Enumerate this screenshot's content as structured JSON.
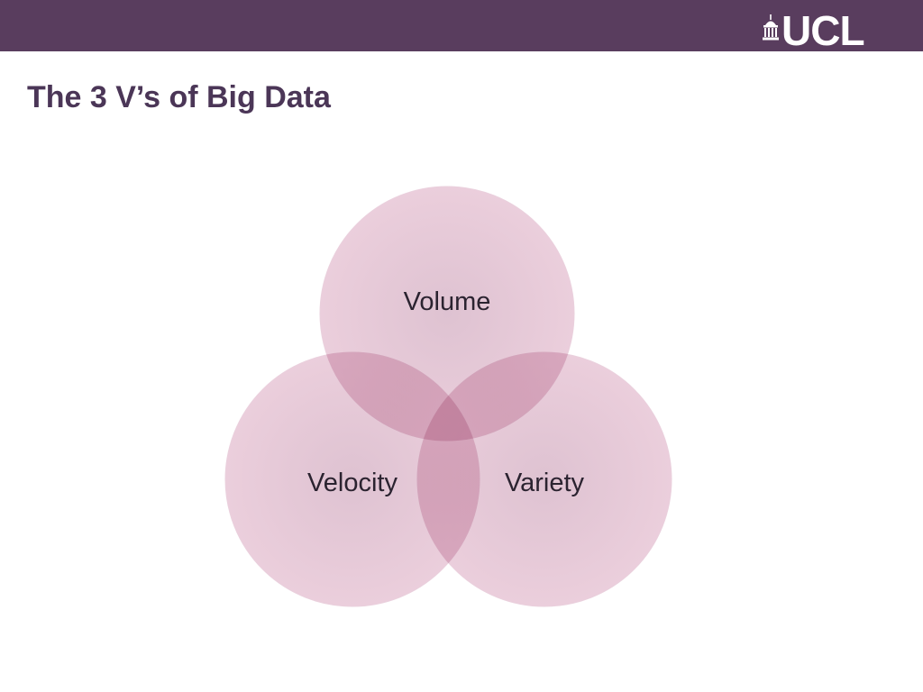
{
  "slide": {
    "title": "The 3 V’s of Big Data",
    "logo_text": "UCL"
  },
  "venn": {
    "circles": [
      {
        "label": "Volume"
      },
      {
        "label": "Velocity"
      },
      {
        "label": "Variety"
      }
    ]
  },
  "colors": {
    "brand_bar": "#593d5e",
    "title": "#4b3657",
    "circle_fill": "#e3b8cc",
    "circle_center": "#dbc5d2",
    "text_dark": "#2b2330"
  },
  "icons": {
    "logo_mark": "building-dome-icon"
  }
}
